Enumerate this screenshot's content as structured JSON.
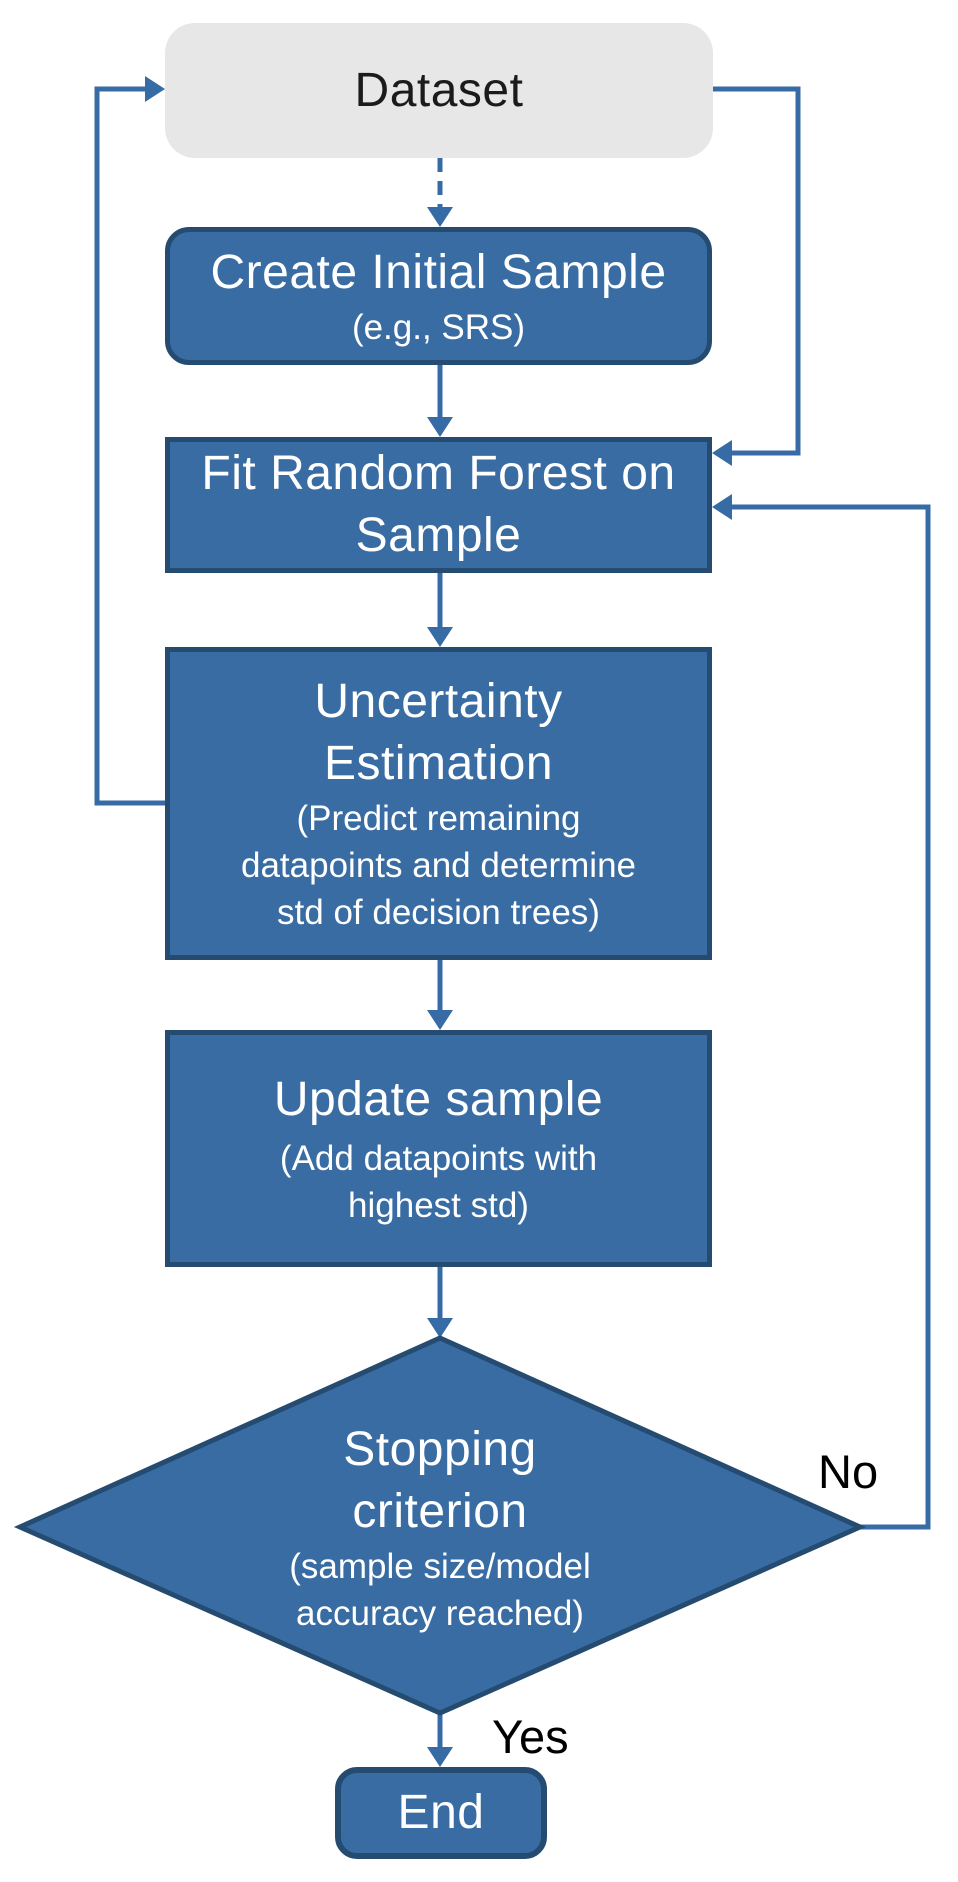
{
  "diagram": {
    "type": "flowchart",
    "topic": "Active learning sampling loop with Random Forest",
    "nodes": {
      "dataset": {
        "label": "Dataset",
        "shape": "rounded-rectangle",
        "fill": "#E7E7E7",
        "text_color": "#1B1B1B"
      },
      "create_initial_sample": {
        "label": "Create Initial Sample",
        "sublabel": "(e.g., SRS)",
        "shape": "rounded-rectangle",
        "fill": "#386CA3",
        "text_color": "#FFFFFF"
      },
      "fit_random_forest": {
        "label": "Fit Random Forest on\nSample",
        "shape": "rectangle",
        "fill": "#386CA3",
        "text_color": "#FFFFFF"
      },
      "uncertainty_estimation": {
        "label": "Uncertainty\nEstimation",
        "sublabel": "(Predict remaining\ndatapoints and determine\nstd of decision trees)",
        "shape": "rectangle",
        "fill": "#386CA3",
        "text_color": "#FFFFFF"
      },
      "update_sample": {
        "label": "Update sample",
        "sublabel": "(Add datapoints with\nhighest std)",
        "shape": "rectangle",
        "fill": "#386CA3",
        "text_color": "#FFFFFF"
      },
      "stopping_criterion": {
        "label": "Stopping\ncriterion",
        "sublabel": "(sample size/model\naccuracy reached)",
        "shape": "diamond",
        "fill": "#386CA3",
        "text_color": "#FFFFFF"
      },
      "end": {
        "label": "End",
        "shape": "rounded-rectangle",
        "fill": "#386CA3",
        "text_color": "#FFFFFF"
      }
    },
    "edges": [
      {
        "from": "dataset",
        "to": "create_initial_sample",
        "style": "dashed",
        "label": ""
      },
      {
        "from": "create_initial_sample",
        "to": "fit_random_forest",
        "style": "solid",
        "label": ""
      },
      {
        "from": "fit_random_forest",
        "to": "uncertainty_estimation",
        "style": "solid",
        "label": ""
      },
      {
        "from": "uncertainty_estimation",
        "to": "update_sample",
        "style": "solid",
        "label": ""
      },
      {
        "from": "update_sample",
        "to": "stopping_criterion",
        "style": "solid",
        "label": ""
      },
      {
        "from": "stopping_criterion",
        "to": "end",
        "style": "solid",
        "label": "Yes"
      },
      {
        "from": "stopping_criterion",
        "to": "fit_random_forest",
        "style": "solid",
        "label": "No"
      },
      {
        "from": "uncertainty_estimation",
        "to": "dataset",
        "style": "solid",
        "label": ""
      },
      {
        "from": "dataset",
        "to": "fit_random_forest",
        "style": "solid",
        "label": ""
      }
    ],
    "colors": {
      "node_fill": "#386CA3",
      "node_border": "#254B70",
      "connector": "#376BA5",
      "dataset_fill": "#E7E7E7",
      "text_on_blue": "#FFFFFF",
      "edge_label_text": "#000000"
    }
  }
}
